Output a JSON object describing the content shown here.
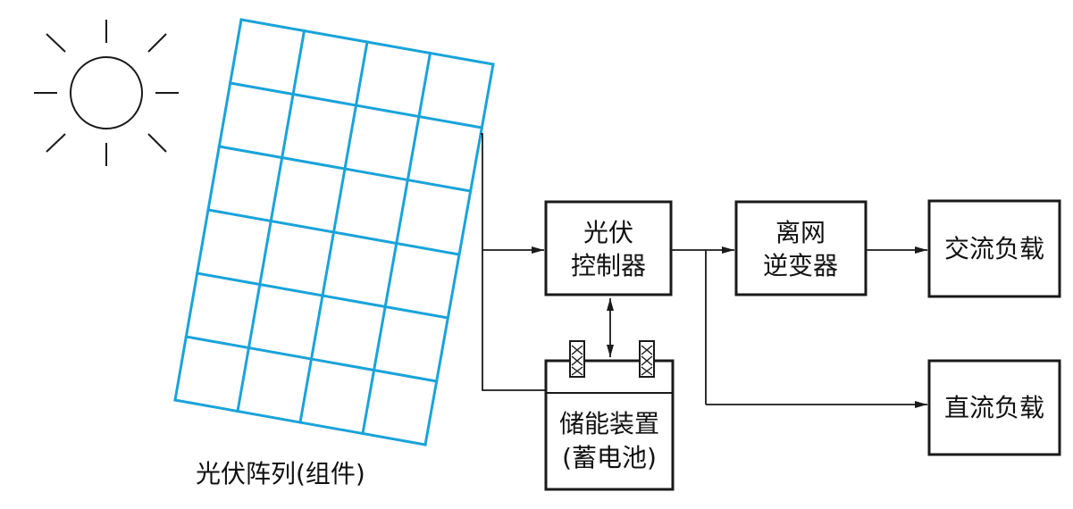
{
  "colors": {
    "panel": "#1aa3d9",
    "stroke": "#1a1a1a",
    "background": "#ffffff"
  },
  "icons": {
    "sun": "sun-icon",
    "battery_terminal": "battery-terminal-icon"
  },
  "labels": {
    "panel_caption": "光伏阵列(组件)",
    "controller_line1": "光伏",
    "controller_line2": "控制器",
    "inverter_line1": "离网",
    "inverter_line2": "逆变器",
    "ac_load": "交流负载",
    "dc_load": "直流负载",
    "storage_line1": "储能装置",
    "storage_line2": "(蓄电池)"
  }
}
